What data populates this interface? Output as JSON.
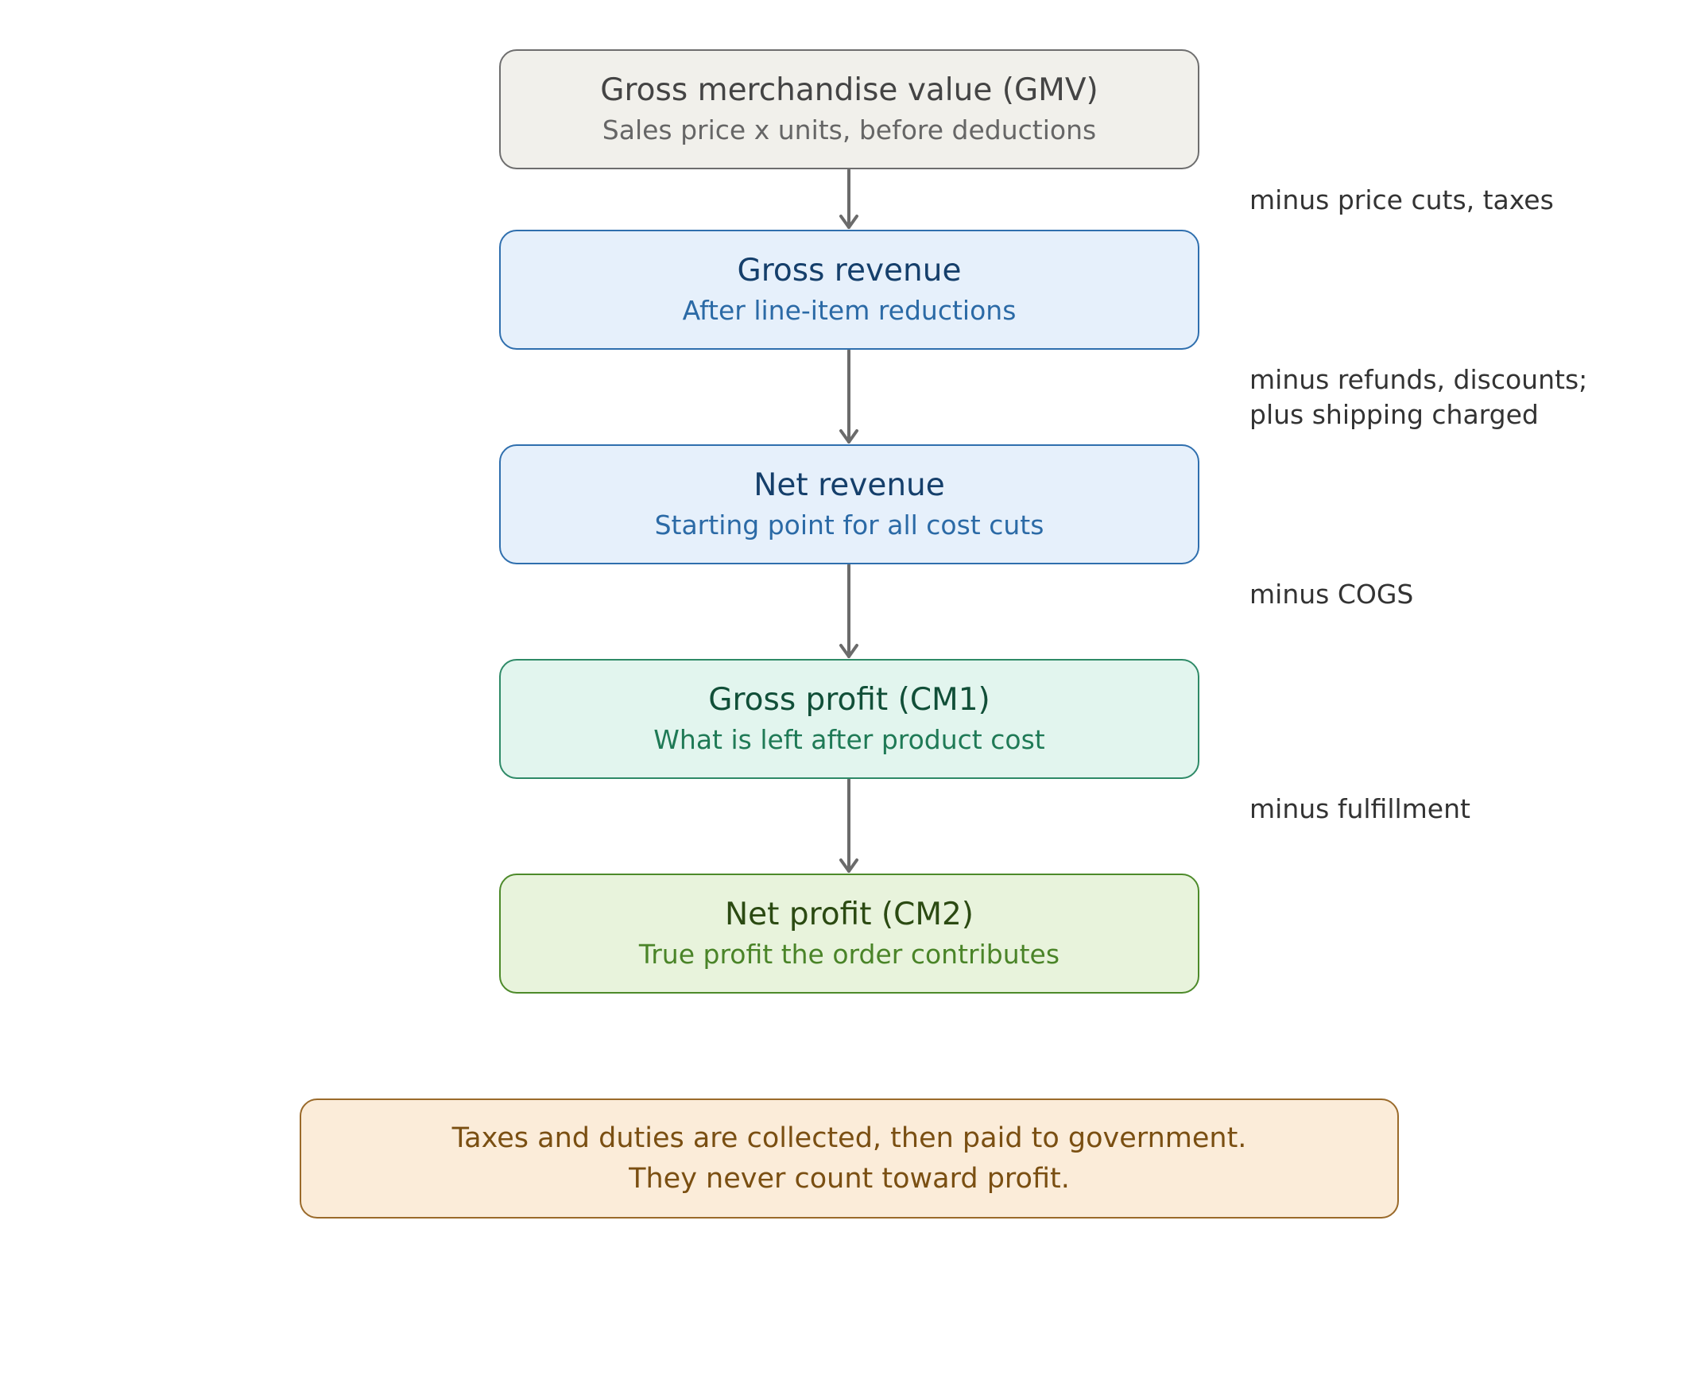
{
  "stages": [
    {
      "title": "Gross merchandise value (GMV)",
      "subtitle": "Sales price x units, before deductions"
    },
    {
      "title": "Gross revenue",
      "subtitle": "After line-item reductions"
    },
    {
      "title": "Net revenue",
      "subtitle": "Starting point for all cost cuts"
    },
    {
      "title": "Gross profit (CM1)",
      "subtitle": "What is left after product cost"
    },
    {
      "title": "Net profit (CM2)",
      "subtitle": "True profit the order contributes"
    }
  ],
  "steps": [
    {
      "line1": "minus price cuts, taxes"
    },
    {
      "line1": "minus refunds, discounts;",
      "line2": "plus shipping charged"
    },
    {
      "line1": "minus COGS"
    },
    {
      "line1": "minus fulfillment"
    }
  ],
  "note": {
    "line1": "Taxes and duties are collected, then paid to government.",
    "line2": "They never count toward profit."
  }
}
